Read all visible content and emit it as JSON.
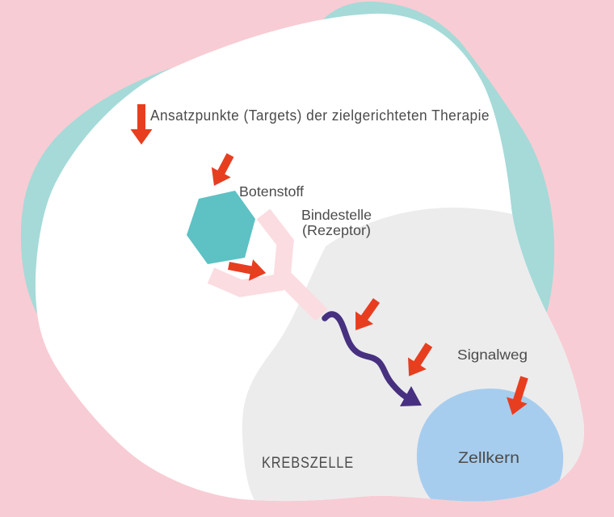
{
  "diagram": {
    "title": "Ansatzpunkte (Targets) der zielgerichteten Therapie",
    "labels": {
      "messenger": "Botenstoff",
      "receptor_line1": "Bindestelle",
      "receptor_line2": "(Rezeptor)",
      "signal_path": "Signalweg",
      "cancer_cell": "KREBSZELLE",
      "nucleus": "Zellkern"
    },
    "icons": [
      {
        "name": "red-arrow-title-icon",
        "points_at": "Ansatzpunkte (Targets) der zielgerichteten Therapie"
      },
      {
        "name": "red-arrow-messenger-icon",
        "points_at": "Botenstoff"
      },
      {
        "name": "red-arrow-receptor-icon",
        "points_at": "Bindestelle (Rezeptor)"
      },
      {
        "name": "red-arrow-signal-upper-icon",
        "points_at": "Signalweg"
      },
      {
        "name": "red-arrow-signal-lower-icon",
        "points_at": "Signalweg"
      },
      {
        "name": "red-arrow-nucleus-icon",
        "points_at": "Zellkern"
      },
      {
        "name": "signal-wave-arrow-icon",
        "points_at": "Zellkern"
      }
    ],
    "colors": {
      "background": "#f8ccd4",
      "teal_halo": "#a5dad8",
      "cell_body": "#ffffff",
      "cytoplasm": "#ececed",
      "messenger": "#5ec1c4",
      "receptor": "#fbdce1",
      "arrow_red": "#e73e20",
      "signal_purple": "#46307f",
      "nucleus_blue": "#a7cdee",
      "text": "#4b4b4b"
    }
  }
}
